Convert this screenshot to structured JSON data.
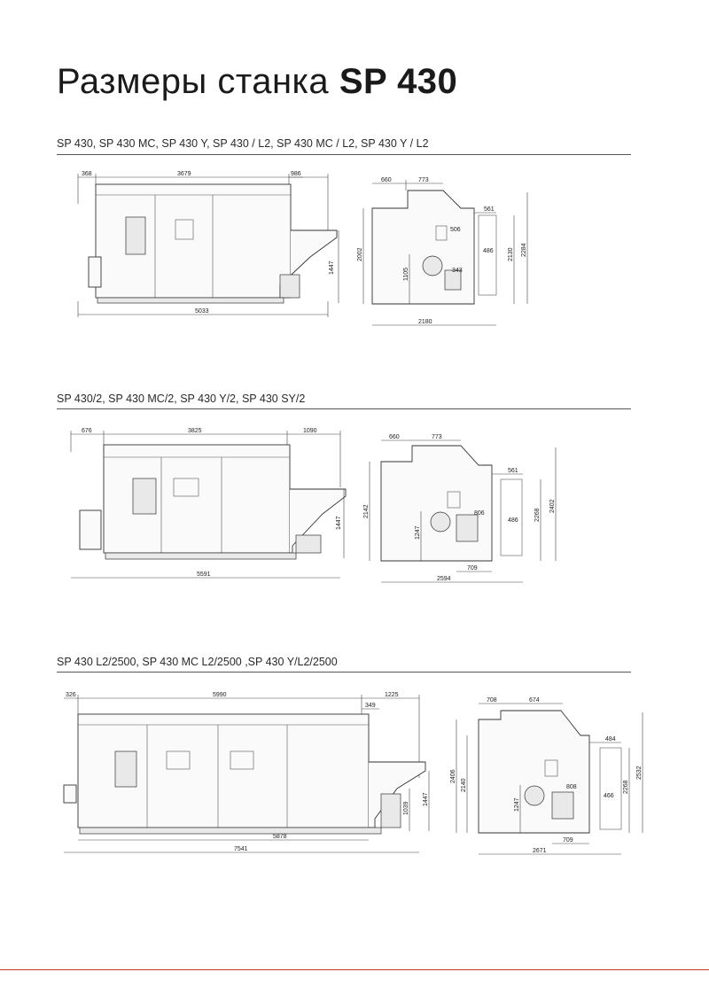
{
  "title": {
    "prefix": "Размеры станка",
    "model": "SP 430"
  },
  "sections": [
    {
      "heading": "SP 430, SP 430 MC, SP 430 Y, SP 430 / L2, SP 430 MC / L2, SP 430 Y / L2",
      "front": {
        "top_left": "368",
        "top_mid": "3679",
        "top_right": "986",
        "height": "1447",
        "bottom": "5033"
      },
      "side": {
        "top_a": "660",
        "top_b": "773",
        "inner_w": "561",
        "v1": "506",
        "v2": "486",
        "h_total": "2002",
        "h_inner": "1105",
        "v3": "343",
        "h2": "2130",
        "h3": "2284",
        "bottom": "2180"
      }
    },
    {
      "heading": "SP 430/2, SP 430 MC/2, SP 430 Y/2, SP 430 SY/2",
      "front": {
        "top_left": "676",
        "top_mid": "3825",
        "top_right": "1090",
        "height": "1447",
        "bottom": "5591"
      },
      "side": {
        "top_a": "660",
        "top_b": "773",
        "inner_w": "561",
        "h_total": "2142",
        "h_inner": "1247",
        "v1": "806",
        "v2": "486",
        "h2": "2268",
        "h3": "2402",
        "v3": "709",
        "bottom": "2594"
      }
    },
    {
      "heading": "SP 430 L2/2500, SP 430 MC L2/2500 ,SP 430 Y/L2/2500",
      "front": {
        "top_left": "326",
        "top_mid": "5990",
        "top_right": "1225",
        "sub_right": "349",
        "height": "1447",
        "height2": "1039",
        "bottom_inner": "5878",
        "bottom": "7541"
      },
      "side": {
        "top_a": "708",
        "top_b": "674",
        "inner_w": "484",
        "h_total": "2406",
        "h_inner": "2140",
        "v_low": "1247",
        "v1": "808",
        "v2": "466",
        "h2": "2268",
        "h3": "2532",
        "v3": "709",
        "bottom": "2671"
      }
    }
  ]
}
